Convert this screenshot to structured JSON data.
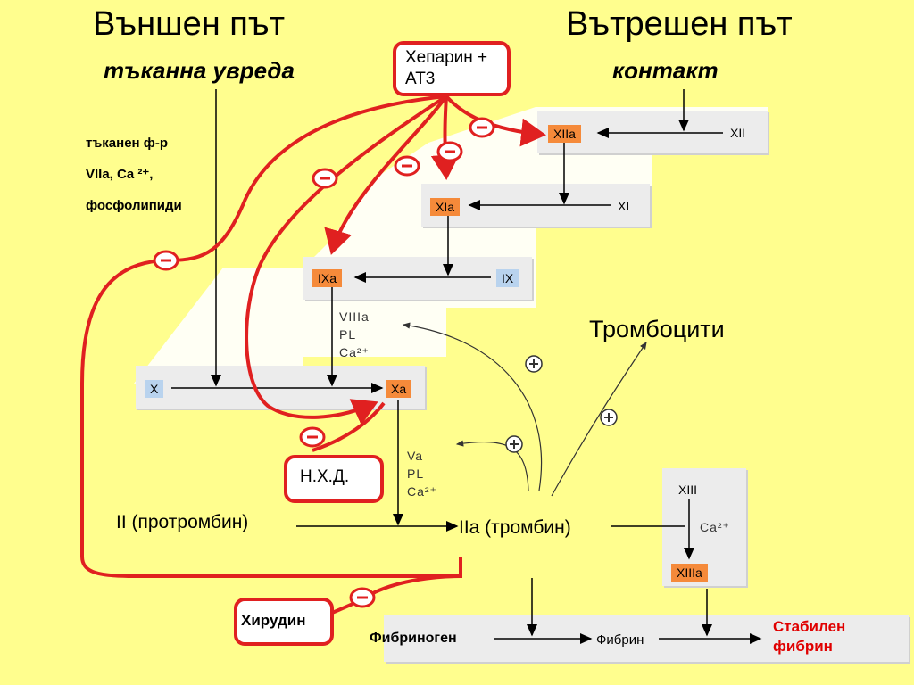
{
  "titles": {
    "extrinsic": "Външен път",
    "intrinsic": "Вътрешен път",
    "extrinsic_trigger": "тъканна увреда",
    "intrinsic_trigger": "контакт"
  },
  "extrinsic_factors": {
    "line1": "тъканен ф-р",
    "line2": "VIIa, Ca ²⁺,",
    "line3": "фосфолипиди"
  },
  "inhibitors": {
    "heparin": "Хепарин + АТ3",
    "lmwh": "Н.Х.Д.",
    "hirudin": "Хирудин"
  },
  "factors": {
    "xiia": "XIIa",
    "xii": "XII",
    "xia": "XIa",
    "xi": "XI",
    "ixa": "IXa",
    "ix": "IX",
    "x": "X",
    "xa": "Xa",
    "xiii": "XIII",
    "xiiia": "XIIIa"
  },
  "cofactors": {
    "tenase": [
      "VIIIa",
      "PL",
      "Ca²⁺"
    ],
    "prothrombinase": [
      "Va",
      "PL",
      "Ca²⁺"
    ],
    "xiii_cofactor": "Ca²⁺"
  },
  "labels": {
    "platelets": "Тромбоцити",
    "prothrombin": "II (протромбин)",
    "thrombin": "IIa (тромбин)",
    "fibrinogen": "Фибриноген",
    "fibrin": "Фибрин",
    "stable_fibrin": "Стабилен фибрин"
  },
  "colors": {
    "background": "#fffe8e",
    "inhibition": "#e02020",
    "activated_factor": "#f58a3a",
    "inactive_factor": "#b9d3ee",
    "stable_fibrin_text": "#e00000"
  }
}
